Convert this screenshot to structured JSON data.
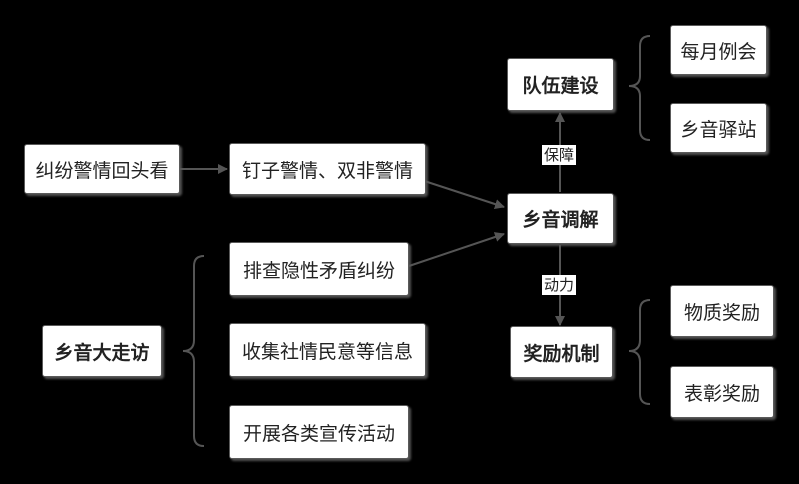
{
  "nodes": {
    "jiufen_huitou": "纠纷警情回头看",
    "dingzi_jingqing": "钉子警情、双非警情",
    "paicha": "排查隐性矛盾纠纷",
    "xiangyin_dazoufang": "乡音大走访",
    "shouji": "收集社情民意等信息",
    "kaizhan": "开展各类宣传活动",
    "xiangyin_tiaojie": "乡音调解",
    "duiwu_jianshe": "队伍建设",
    "jiangli_jizhi": "奖励机制",
    "meiyue_lihui": "每月例会",
    "xiangyin_yizhan": "乡音驿站",
    "wuzhi_jiangli": "物质奖励",
    "biaozhang_jiangli": "表彰奖励"
  },
  "edge_labels": {
    "baozhang": "保障",
    "dongli": "动力"
  },
  "colors": {
    "background": "#000000",
    "node_fill": "#ffffff",
    "line": "#555555"
  }
}
